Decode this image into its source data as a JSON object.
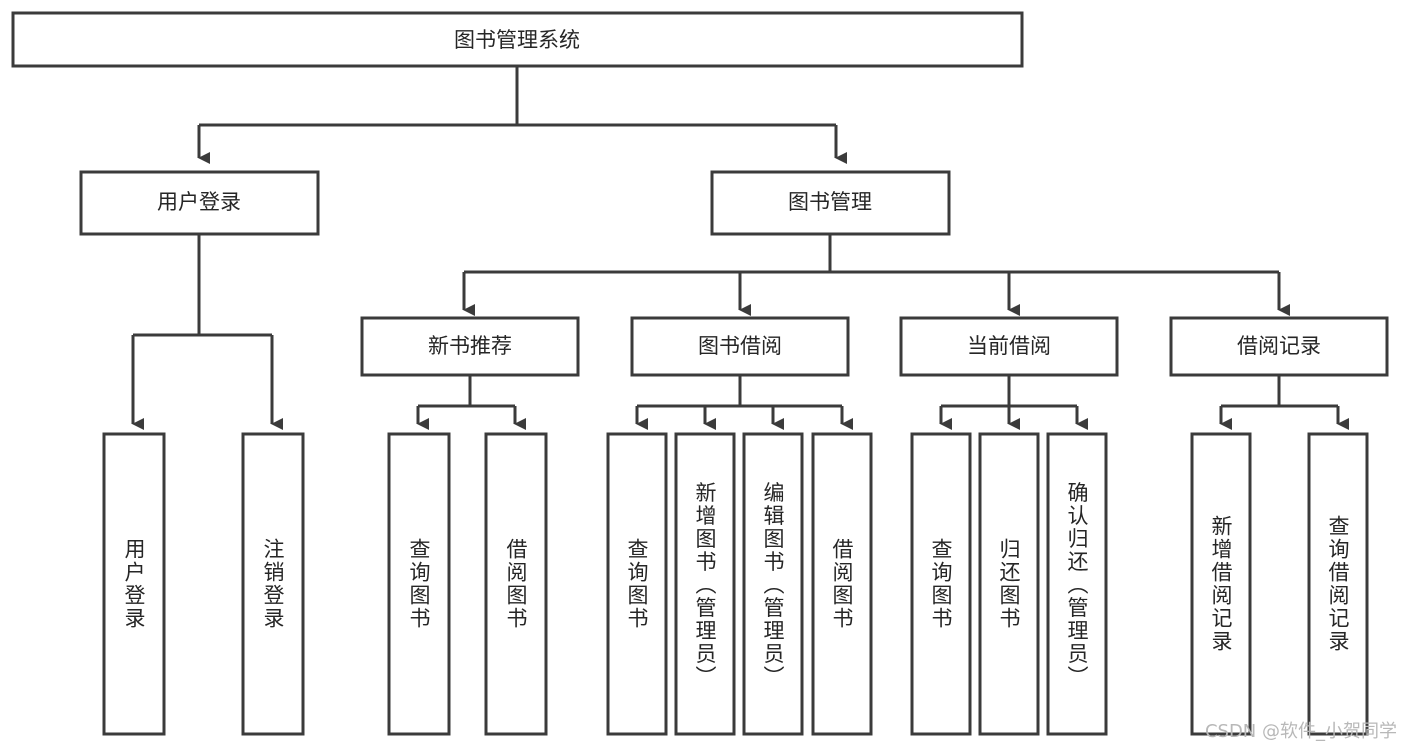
{
  "diagram": {
    "title": "图书管理系统",
    "type": "tree",
    "watermark": "CSDN @软件_小贺同学",
    "colors": {
      "stroke": "#3b3b3b",
      "fill": "#ffffff",
      "text": "#262626",
      "watermark": "#b8b8b8",
      "background": "#ffffff"
    },
    "root": {
      "label": "图书管理系统",
      "orientation": "horizontal"
    },
    "level2": [
      {
        "label": "用户登录",
        "orientation": "horizontal"
      },
      {
        "label": "图书管理",
        "orientation": "horizontal"
      }
    ],
    "level3": [
      {
        "label": "新书推荐",
        "orientation": "horizontal",
        "parent": "图书管理"
      },
      {
        "label": "图书借阅",
        "orientation": "horizontal",
        "parent": "图书管理"
      },
      {
        "label": "当前借阅",
        "orientation": "horizontal",
        "parent": "图书管理"
      },
      {
        "label": "借阅记录",
        "orientation": "horizontal",
        "parent": "图书管理"
      }
    ],
    "leaves": {
      "用户登录": [
        {
          "label": "用户登录",
          "orientation": "vertical"
        },
        {
          "label": "注销登录",
          "orientation": "vertical"
        }
      ],
      "新书推荐": [
        {
          "label": "查询图书",
          "orientation": "vertical"
        },
        {
          "label": "借阅图书",
          "orientation": "vertical"
        }
      ],
      "图书借阅": [
        {
          "label": "查询图书",
          "orientation": "vertical"
        },
        {
          "label": "新增图书（管理员）",
          "orientation": "vertical"
        },
        {
          "label": "编辑图书（管理员）",
          "orientation": "vertical"
        },
        {
          "label": "借阅图书",
          "orientation": "vertical"
        }
      ],
      "当前借阅": [
        {
          "label": "查询图书",
          "orientation": "vertical"
        },
        {
          "label": "归还图书",
          "orientation": "vertical"
        },
        {
          "label": "确认归还（管理员）",
          "orientation": "vertical"
        }
      ],
      "借阅记录": [
        {
          "label": "新增借阅记录",
          "orientation": "vertical"
        },
        {
          "label": "查询借阅记录",
          "orientation": "vertical"
        }
      ]
    }
  }
}
